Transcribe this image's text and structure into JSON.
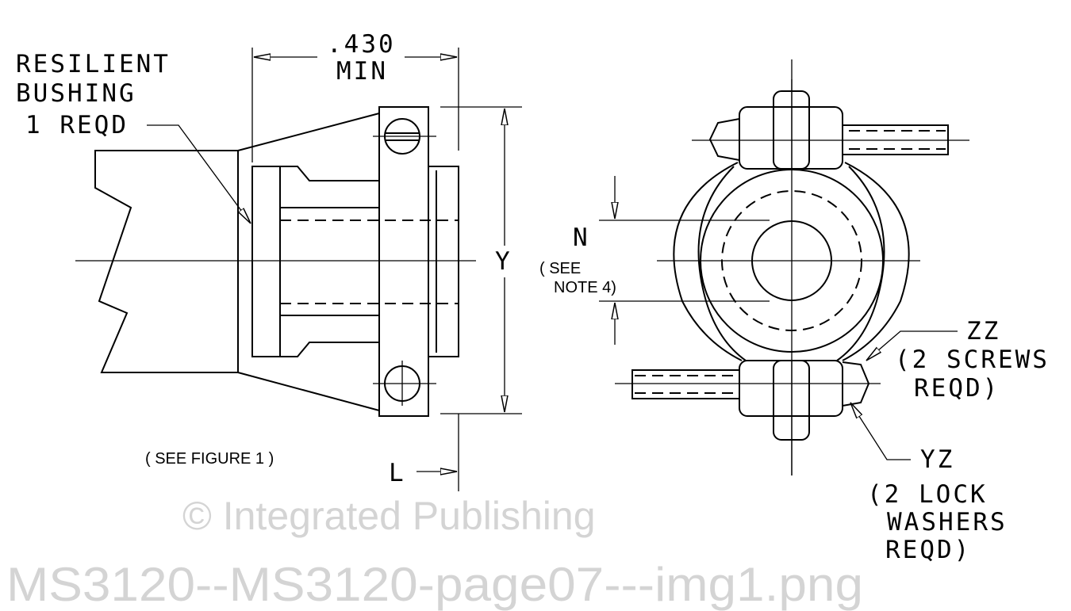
{
  "left_view": {
    "callout_bushing": [
      "RESILIENT",
      "BUSHING",
      "1 REQD"
    ],
    "dim_430": ".430",
    "dim_min": "MIN",
    "dim_y": "Y",
    "dim_l": "L",
    "see_figure": "( SEE FIGURE 1 )"
  },
  "right_view": {
    "dim_n": "N",
    "see_note": [
      "( SEE",
      "NOTE 4)"
    ],
    "callout_zz": [
      "ZZ",
      "(2 SCREWS",
      "REQD)"
    ],
    "callout_yz": [
      "YZ",
      "(2 LOCK",
      "WASHERS",
      "REQD)"
    ]
  },
  "watermark": {
    "line1": "© Integrated Publishing",
    "line2": "MS3120--MS3120-page07---img1.png"
  }
}
